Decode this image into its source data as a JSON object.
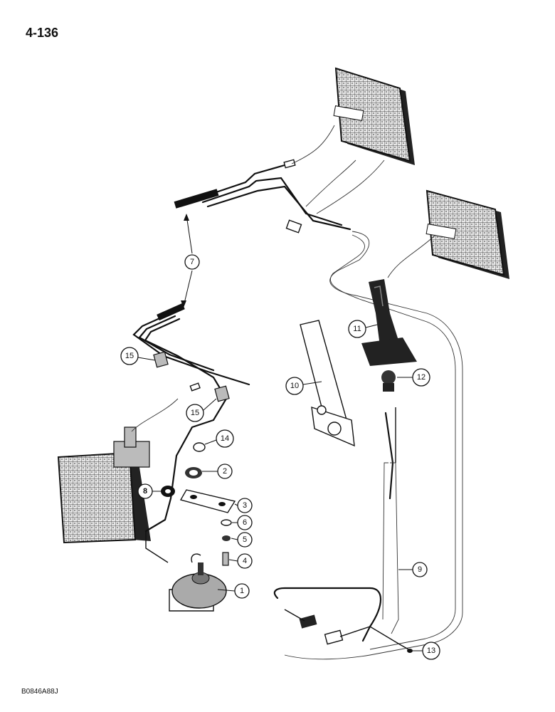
{
  "page_number": "4-136",
  "drawing_code": "B0846A88J",
  "callouts": [
    {
      "label": "1"
    },
    {
      "label": "2"
    },
    {
      "label": "3"
    },
    {
      "label": "4"
    },
    {
      "label": "5"
    },
    {
      "label": "6"
    },
    {
      "label": "7"
    },
    {
      "label": "8"
    },
    {
      "label": "9"
    },
    {
      "label": "10"
    },
    {
      "label": "11"
    },
    {
      "label": "12"
    },
    {
      "label": "13"
    },
    {
      "label": "14"
    },
    {
      "label": "15"
    },
    {
      "label": "15"
    }
  ]
}
